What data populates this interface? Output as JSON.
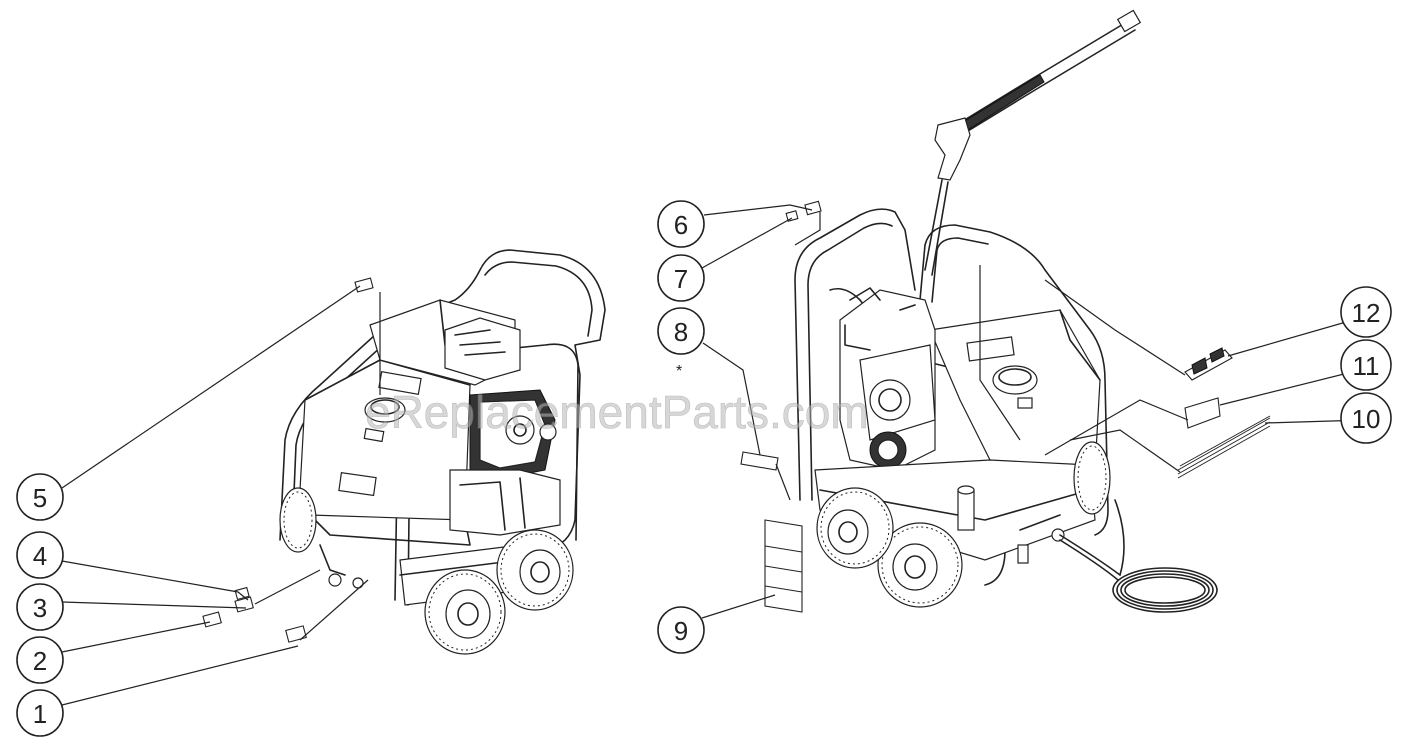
{
  "watermark": "eReplacementParts.com",
  "callouts": [
    {
      "label": "1"
    },
    {
      "label": "2"
    },
    {
      "label": "3"
    },
    {
      "label": "4"
    },
    {
      "label": "5"
    },
    {
      "label": "6"
    },
    {
      "label": "7"
    },
    {
      "label": "8"
    },
    {
      "label": "9"
    },
    {
      "label": "10"
    },
    {
      "label": "11"
    },
    {
      "label": "12"
    }
  ],
  "asterisk": "*"
}
